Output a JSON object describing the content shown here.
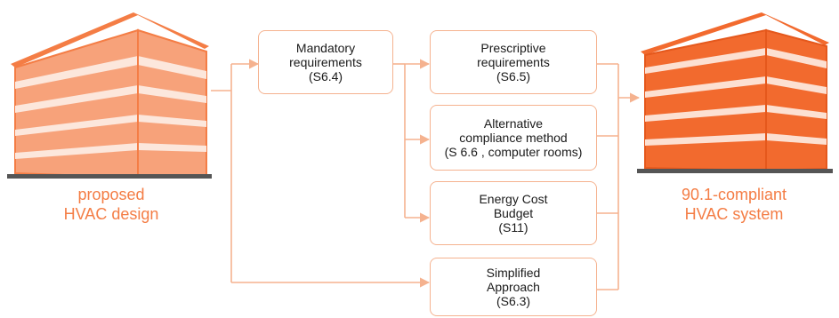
{
  "left_building": {
    "icon": "building-icon",
    "color_light": "#f7a27a",
    "caption": [
      "proposed",
      "HVAC design"
    ]
  },
  "right_building": {
    "icon": "building-icon",
    "color_dark": "#f26a2e",
    "caption": [
      "90.1-compliant",
      "HVAC system"
    ]
  },
  "boxes": {
    "mandatory": [
      "Mandatory",
      "requirements",
      "(S6.4)"
    ],
    "prescriptive": [
      "Prescriptive",
      "requirements",
      "(S6.5)"
    ],
    "alternative": [
      "Alternative",
      "compliance method",
      "(S 6.6 , computer rooms)"
    ],
    "energy_cost": [
      "Energy Cost",
      "Budget",
      "(S11)"
    ],
    "simplified": [
      "Simplified",
      "Approach",
      "(S6.3)"
    ]
  },
  "colors": {
    "accent": "#f47d45",
    "connector": "#f5b28f",
    "box_border": "#f5b28f",
    "ground": "#555555"
  }
}
